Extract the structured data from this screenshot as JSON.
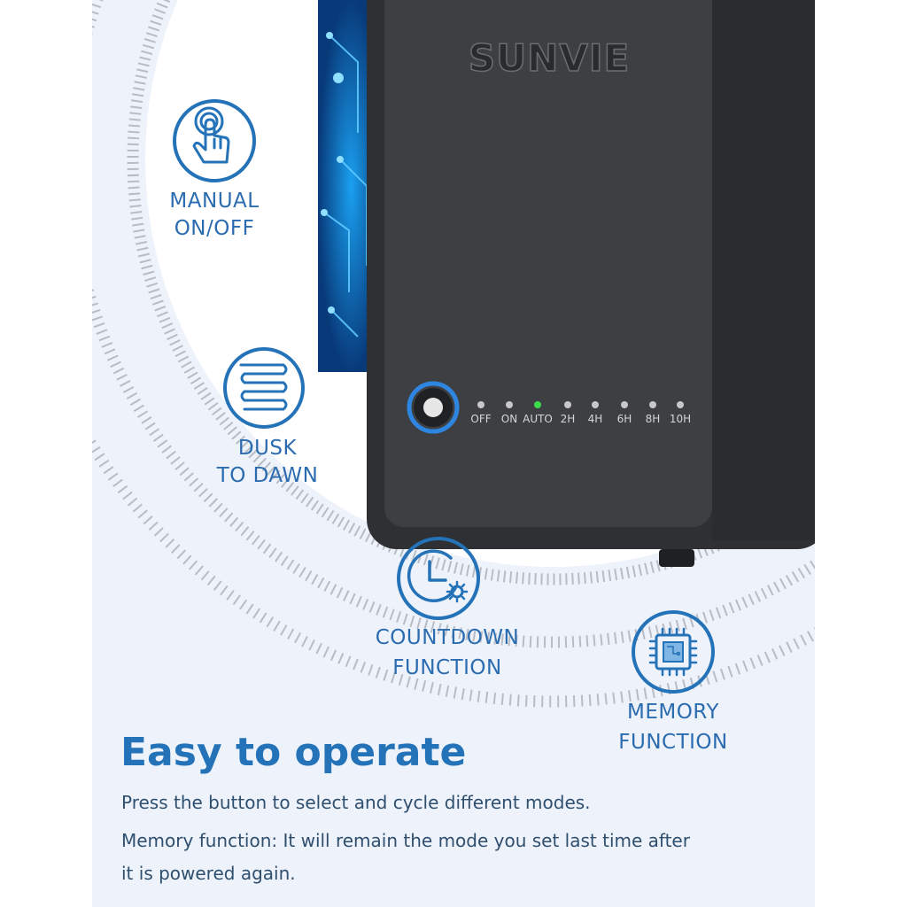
{
  "device": {
    "brand": "SUNVIE",
    "modes": [
      "OFF",
      "ON",
      "AUTO",
      "2H",
      "4H",
      "6H",
      "8H",
      "10H"
    ],
    "active_mode": "AUTO",
    "active_led_color": "#3ddc4a"
  },
  "features": [
    {
      "icon": "hand-tap-icon",
      "line1": "MANUAL",
      "line2": "ON/OFF"
    },
    {
      "icon": "dusk-dawn-waves-icon",
      "line1": "DUSK",
      "line2": "TO DAWN"
    },
    {
      "icon": "clock-gear-icon",
      "line1": "COUNTDOWN",
      "line2": "FUNCTION"
    },
    {
      "icon": "chip-icon",
      "line1": "MEMORY",
      "line2": "FUNCTION"
    }
  ],
  "headline": "Easy to operate",
  "description": {
    "line1": "Press the button to select and cycle different modes.",
    "line2": "Memory function: It will remain the mode you set last time after",
    "line3": "it is powered again."
  },
  "colors": {
    "accent_blue": "#2472b8",
    "device_body": "#3d3f42",
    "background": "#eef2fa"
  }
}
